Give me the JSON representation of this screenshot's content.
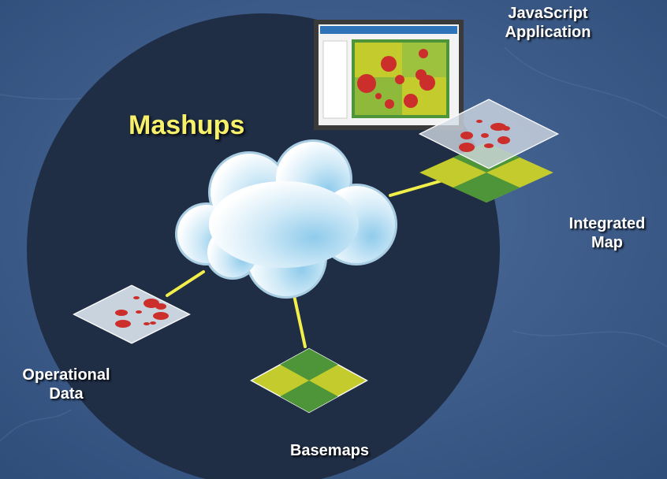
{
  "title": "Mashups",
  "labels": {
    "javascript_application": [
      "JavaScript",
      "Application"
    ],
    "integrated_map": [
      "Integrated",
      "Map"
    ],
    "operational_data": [
      "Operational",
      "Data"
    ],
    "basemaps": "Basemaps"
  },
  "colors": {
    "background": "#3f5f8f",
    "circle": "#1f2d45",
    "connector": "#f2ee4a",
    "title": "#f7f06a",
    "label": "#ffffff",
    "point_marker": "#cc2e2b",
    "map_yellow_green": "#c3cc2c",
    "map_green": "#4e9438",
    "operational_layer": "#c9d3de",
    "app_title_bar": "#2f73b8",
    "app_frame": "#3a3a3a",
    "cloud": "#d8eefa"
  }
}
